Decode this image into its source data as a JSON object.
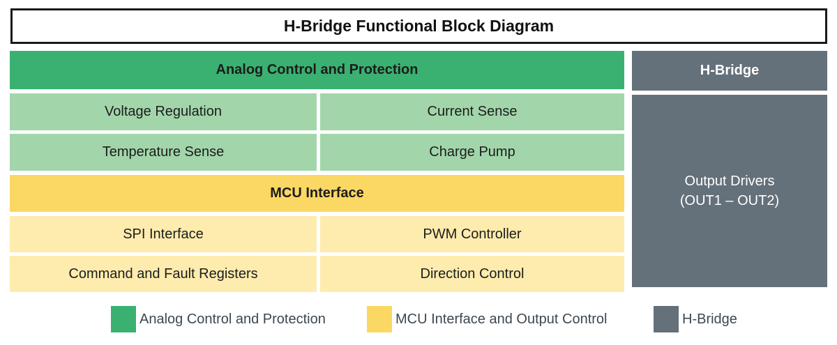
{
  "title": "H-Bridge Functional Block Diagram",
  "colors": {
    "green": "#3AB170",
    "light_green": "#A2D6AA",
    "yellow": "#FBD863",
    "light_yellow": "#FDECAD",
    "gray": "#64707A"
  },
  "sections": {
    "analog": {
      "header": "Analog Control and Protection",
      "cells": [
        [
          "Voltage Regulation",
          "Current Sense"
        ],
        [
          "Temperature Sense",
          "Charge Pump"
        ]
      ]
    },
    "mcu": {
      "header": "MCU Interface",
      "cells": [
        [
          "SPI Interface",
          "PWM Controller"
        ],
        [
          "Command and Fault Registers",
          "Direction Control"
        ]
      ]
    },
    "hbridge": {
      "header": "H-Bridge",
      "block_lines": [
        "Output Drivers",
        "(OUT1 – OUT2)"
      ]
    }
  },
  "legend": [
    {
      "label": "Analog Control and Protection",
      "color": "#3AB170"
    },
    {
      "label": "MCU Interface and Output Control",
      "color": "#FBD863"
    },
    {
      "label": "H-Bridge",
      "color": "#64707A"
    }
  ]
}
